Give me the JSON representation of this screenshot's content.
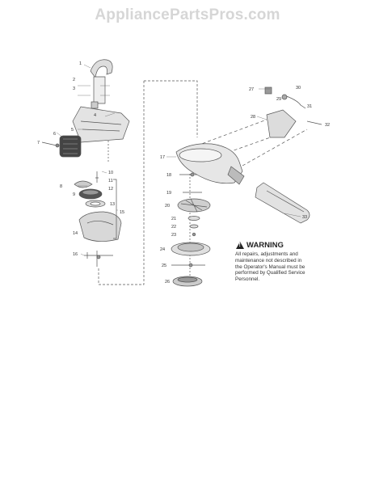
{
  "watermark": "AppliancePartsPros.com",
  "warning": {
    "title": "WARNING",
    "lines": [
      "All repairs, adjustments and",
      "maintenance not described in",
      "the Operator's Manual must be",
      "performed by Qualified Service",
      "Personnel."
    ]
  },
  "part_numbers": [
    "1",
    "2",
    "3",
    "4",
    "5",
    "6",
    "7",
    "8",
    "9",
    "10",
    "11",
    "12",
    "13",
    "14",
    "15",
    "16",
    "17",
    "18",
    "19",
    "20",
    "21",
    "22",
    "23",
    "24",
    "25",
    "26",
    "27",
    "28",
    "29",
    "30",
    "31",
    "32",
    "33"
  ]
}
